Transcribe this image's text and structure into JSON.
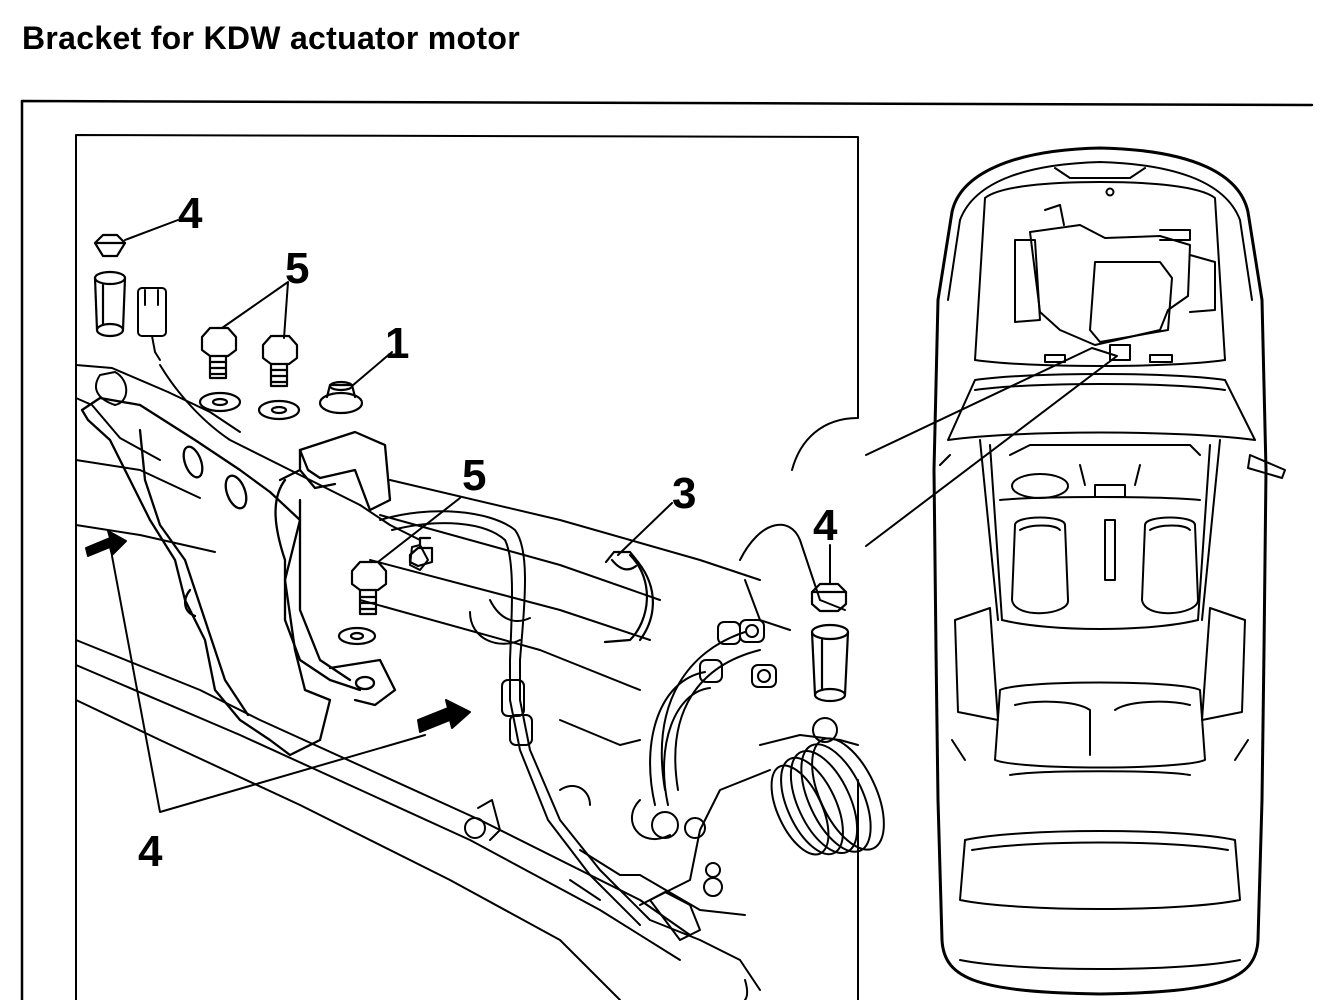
{
  "title": "Bracket for KDW actuator motor",
  "callouts": {
    "nut_top_left": "4",
    "bolts_top": "5",
    "nut_top": "1",
    "bolt_middle": "5",
    "clip": "3",
    "nut_right": "4",
    "arrows_bottom": "4"
  },
  "colors": {
    "ink": "#000000",
    "paper": "#ffffff"
  }
}
